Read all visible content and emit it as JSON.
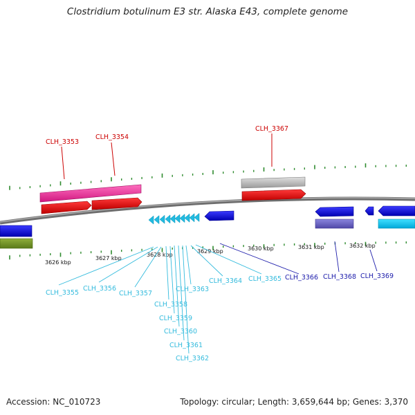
{
  "title": "Clostridium botulinum E3 str. Alaska E43, complete genome",
  "footer": {
    "accession": "Accession: NC_010723",
    "summary": "Topology: circular; Length: 3,659,644 bp; Genes: 3,370"
  },
  "colors": {
    "backbone": "#7a7a7a",
    "tick": "#2e8b2e",
    "label_red": "#cc0000",
    "label_cyan": "#33bbdd",
    "label_blue": "#1a1aaa"
  },
  "scale_labels": [
    "3626 kbp",
    "3627 kbp",
    "3628 kbp",
    "3629 kbp",
    "3630 kbp",
    "3631 kbp",
    "3632 kbp"
  ],
  "top_gene_labels": [
    "CLH_3353",
    "CLH_3354",
    "CLH_3367"
  ],
  "bottom_gene_labels": [
    "CLH_3355",
    "CLH_3356",
    "CLH_3357",
    "CLH_3358",
    "CLH_3359",
    "CLH_3360",
    "CLH_3361",
    "CLH_3362",
    "CLH_3363",
    "CLH_3364",
    "CLH_3365",
    "CLH_3366",
    "CLH_3368",
    "CLH_3369"
  ]
}
